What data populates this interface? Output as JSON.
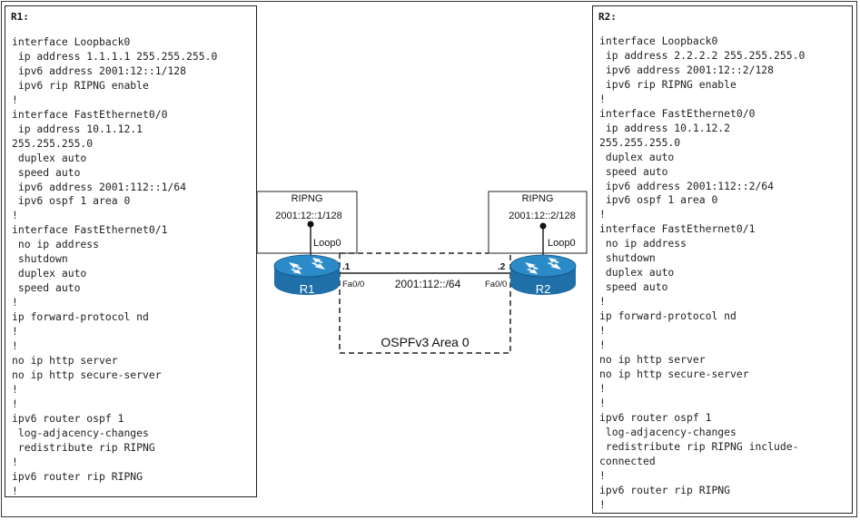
{
  "r1": {
    "title": "R1:",
    "lines": [
      "interface Loopback0",
      " ip address 1.1.1.1 255.255.255.0",
      " ipv6 address 2001:12::1/128",
      " ipv6 rip RIPNG enable",
      "!",
      "interface FastEthernet0/0",
      " ip address 10.1.12.1",
      "255.255.255.0",
      " duplex auto",
      " speed auto",
      " ipv6 address 2001:112::1/64",
      " ipv6 ospf 1 area 0",
      "!",
      "interface FastEthernet0/1",
      " no ip address",
      " shutdown",
      " duplex auto",
      " speed auto",
      "!",
      "ip forward-protocol nd",
      "!",
      "!",
      "no ip http server",
      "no ip http secure-server",
      "!",
      "!",
      "ipv6 router ospf 1",
      " log-adjacency-changes",
      " redistribute rip RIPNG",
      "!",
      "ipv6 router rip RIPNG",
      "!"
    ]
  },
  "r2": {
    "title": "R2:",
    "lines": [
      "interface Loopback0",
      " ip address 2.2.2.2 255.255.255.0",
      " ipv6 address 2001:12::2/128",
      " ipv6 rip RIPNG enable",
      "!",
      "interface FastEthernet0/0",
      " ip address 10.1.12.2",
      "255.255.255.0",
      " duplex auto",
      " speed auto",
      " ipv6 address 2001:112::2/64",
      " ipv6 ospf 1 area 0",
      "!",
      "interface FastEthernet0/1",
      " no ip address",
      " shutdown",
      " duplex auto",
      " speed auto",
      "!",
      "ip forward-protocol nd",
      "!",
      "!",
      "no ip http server",
      "no ip http secure-server",
      "!",
      "!",
      "ipv6 router ospf 1",
      " log-adjacency-changes",
      " redistribute rip RIPNG include-",
      "connected",
      "!",
      "ipv6 router rip RIPNG",
      "!"
    ]
  },
  "topology": {
    "r1": {
      "name": "R1",
      "rip_label": "RIPNG",
      "loopback_addr": "2001:12::1/128",
      "loopback_if": "Loop0",
      "host_id": ".1",
      "interface": "Fa0/0"
    },
    "r2": {
      "name": "R2",
      "rip_label": "RIPNG",
      "loopback_addr": "2001:12::2/128",
      "loopback_if": "Loop0",
      "host_id": ".2",
      "interface": "Fa0/0"
    },
    "link_subnet": "2001:112::/64",
    "ospf_area": "OSPFv3 Area 0",
    "colors": {
      "router_body": "#1f6fa8",
      "router_top": "#2b8bc9",
      "router_edge": "#0f4f7d",
      "line": "#222222"
    }
  }
}
